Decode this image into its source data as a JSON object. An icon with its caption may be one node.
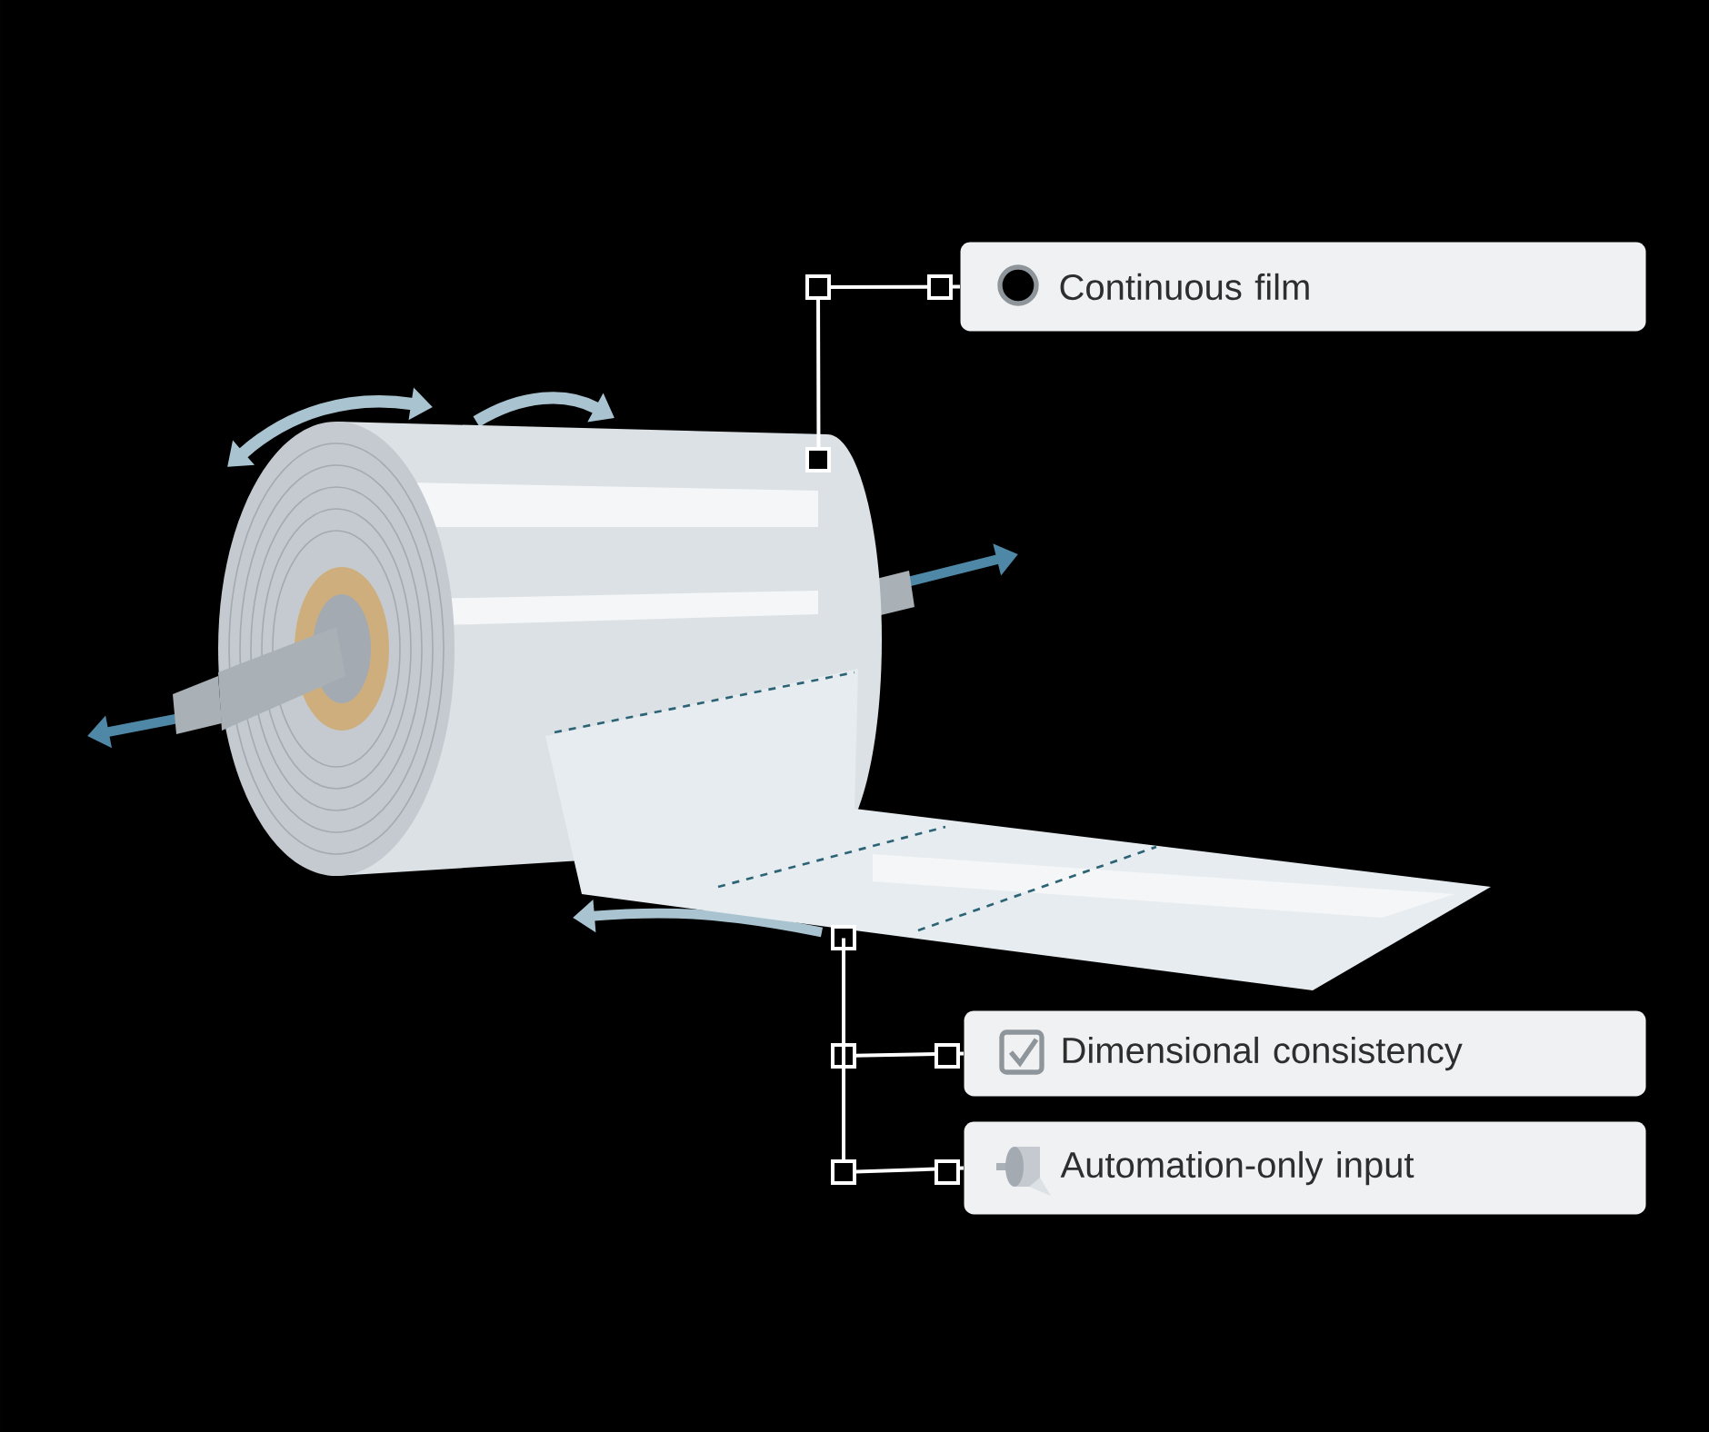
{
  "diagram": {
    "nodes": [
      {
        "text": [],
        "shape": "picture"
      },
      {
        "text": [],
        "shape": "picture"
      },
      {
        "text": [
          "Continuous film"
        ]
      },
      {
        "text": [
          "Dimensional consistency"
        ]
      },
      {
        "text": [
          "Automation-only input"
        ]
      }
    ],
    "edges": [
      {
        "from": 2,
        "to": 0,
        "arrow": "other"
      },
      {
        "from": 3,
        "to": 1,
        "arrow": "other"
      },
      {
        "from": 4,
        "to": 1,
        "arrow": "other"
      }
    ]
  }
}
